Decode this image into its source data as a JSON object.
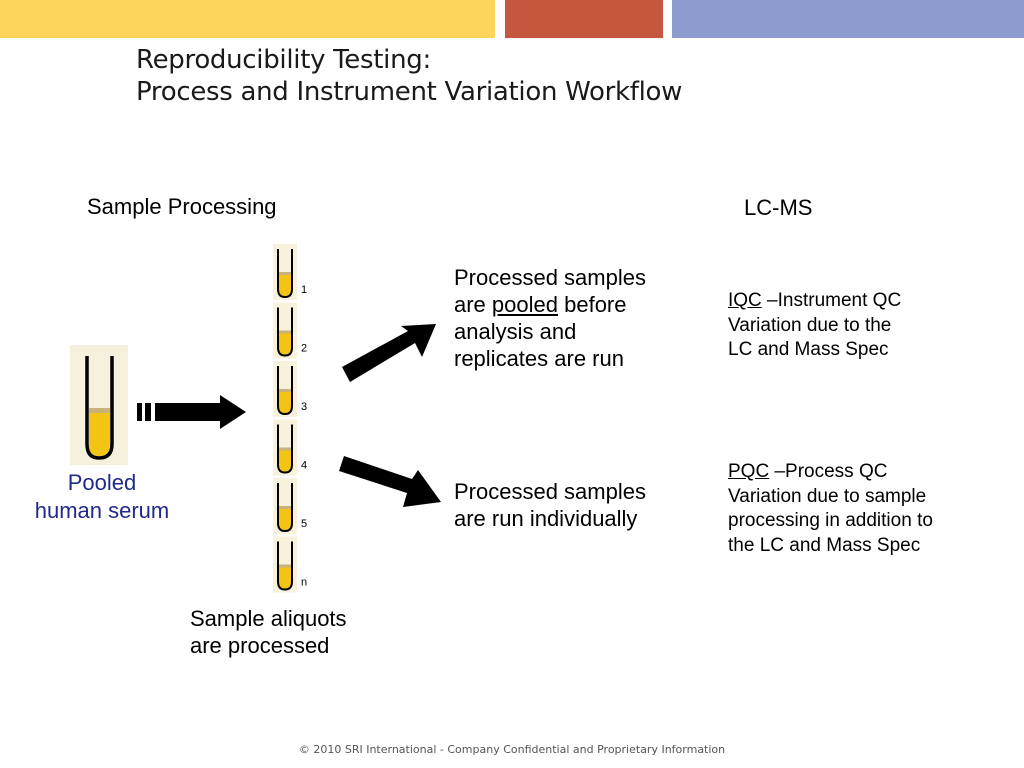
{
  "colors": {
    "bar_yellow": "#fcd45a",
    "bar_red": "#c5573f",
    "bar_blue": "#8e9bcf",
    "serum_yellow": "#f3c414",
    "label_blue": "#1f2a8a"
  },
  "title": {
    "line1": "Reproducibility Testing:",
    "line2": "Process and Instrument Variation Workflow"
  },
  "headers": {
    "sample_processing": "Sample Processing",
    "lcms": "LC-MS"
  },
  "source": {
    "line1": "Pooled",
    "line2": "human serum"
  },
  "tube_labels": [
    "1",
    "2",
    "3",
    "4",
    "5",
    "n"
  ],
  "aliquots": {
    "line1": "Sample aliquots",
    "line2": "are processed"
  },
  "pooled_branch": {
    "line1": "Processed samples",
    "line2_pre": "are ",
    "line2_underlined": "pooled",
    "line2_post": " before",
    "line3": "analysis and",
    "line4": "replicates are run"
  },
  "individual_branch": {
    "line1": "Processed samples",
    "line2": "are run individually"
  },
  "iqc": {
    "term": "IQC",
    "line1_rest": " –Instrument QC",
    "line2": "Variation due to the",
    "line3": "LC and Mass Spec"
  },
  "pqc": {
    "term": "PQC",
    "line1_rest": " –Process QC",
    "line2": "Variation due to sample",
    "line3": "processing in addition to",
    "line4": "the LC and Mass Spec"
  },
  "footer": "© 2010 SRI International - Company Confidential and Proprietary Information"
}
